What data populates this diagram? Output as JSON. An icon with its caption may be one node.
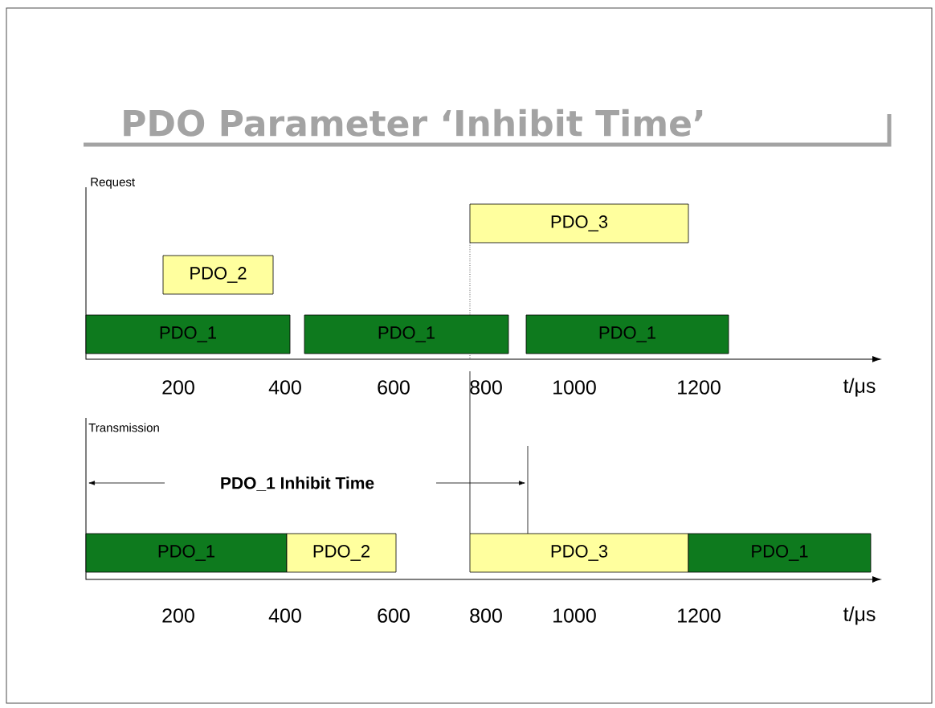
{
  "diagram": {
    "title": "PDO Parameter ‘Inhibit Time’",
    "nodes": [
      {
        "text": [
          "PDO_3"
        ]
      },
      {
        "text": [
          "PDO_2"
        ]
      },
      {
        "text": [
          "PDO_1"
        ]
      },
      {
        "text": [
          "PDO_1"
        ]
      },
      {
        "text": [
          "PDO_1"
        ]
      },
      {
        "text": [
          "PDO_1"
        ]
      },
      {
        "text": [
          "PDO_2"
        ]
      },
      {
        "text": [
          "PDO_3"
        ]
      },
      {
        "text": [
          "PDO_1"
        ]
      }
    ],
    "labels": [
      "Request",
      "200",
      "400",
      "600",
      "800",
      "1000",
      "1200",
      "t/μs",
      "Transmission",
      "PDO_1 Inhibit Time",
      "200",
      "400",
      "600",
      "800",
      "1000",
      "1200",
      "t/μs"
    ]
  }
}
